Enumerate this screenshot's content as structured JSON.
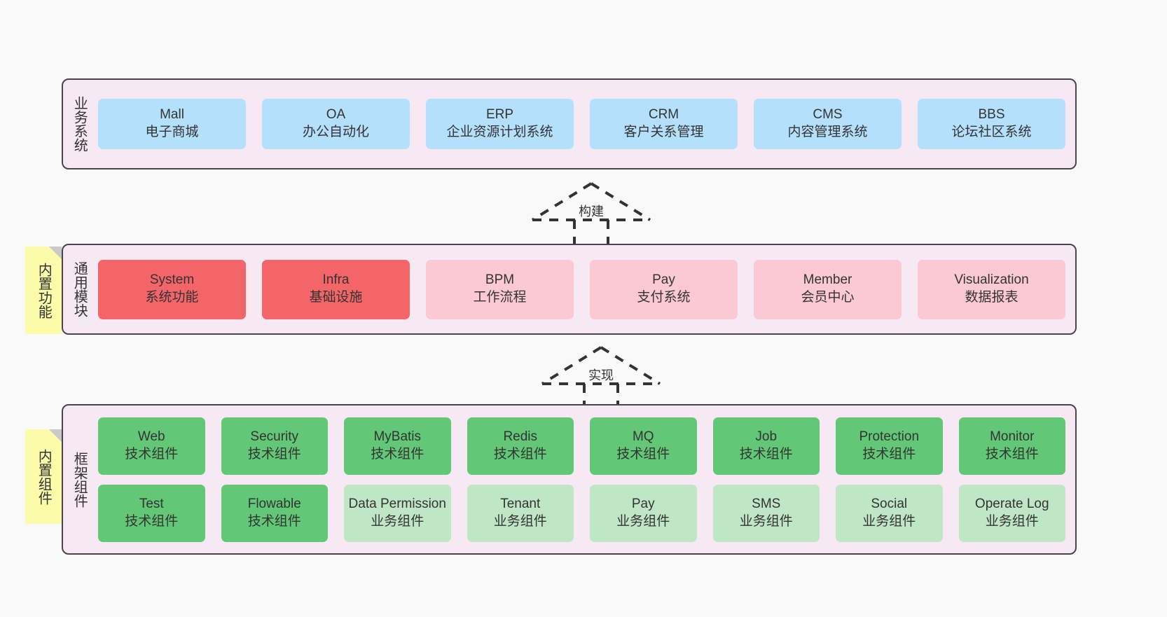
{
  "diagram": {
    "background_color": "#f9f9f9",
    "container_bg": "#f7e9f3",
    "container_border": "#4a4450"
  },
  "layers": {
    "business": {
      "label": "业务系统",
      "color": "#b5e0fb",
      "nodes": [
        {
          "title": "Mall",
          "sub": "电子商城"
        },
        {
          "title": "OA",
          "sub": "办公自动化"
        },
        {
          "title": "ERP",
          "sub": "企业资源计划系统"
        },
        {
          "title": "CRM",
          "sub": "客户关系管理"
        },
        {
          "title": "CMS",
          "sub": "内容管理系统"
        },
        {
          "title": "BBS",
          "sub": "论坛社区系统"
        }
      ]
    },
    "common": {
      "label": "通用模块",
      "sticky": "内置功能",
      "color_strong": "#f4656a",
      "color_soft": "#fbc9d4",
      "nodes": [
        {
          "title": "System",
          "sub": "系统功能",
          "variant": "c-red"
        },
        {
          "title": "Infra",
          "sub": "基础设施",
          "variant": "c-red"
        },
        {
          "title": "BPM",
          "sub": "工作流程",
          "variant": "c-pink"
        },
        {
          "title": "Pay",
          "sub": "支付系统",
          "variant": "c-pink"
        },
        {
          "title": "Member",
          "sub": "会员中心",
          "variant": "c-pink"
        },
        {
          "title": "Visualization",
          "sub": "数据报表",
          "variant": "c-pink"
        }
      ]
    },
    "framework": {
      "label": "框架组件",
      "sticky": "内置组件",
      "color_tech": "#62c877",
      "color_biz": "#bfe7c6",
      "row_tech": [
        {
          "title": "Web",
          "sub": "技术组件",
          "variant": "c-green-dark"
        },
        {
          "title": "Security",
          "sub": "技术组件",
          "variant": "c-green-dark"
        },
        {
          "title": "MyBatis",
          "sub": "技术组件",
          "variant": "c-green-dark"
        },
        {
          "title": "Redis",
          "sub": "技术组件",
          "variant": "c-green-dark"
        },
        {
          "title": "MQ",
          "sub": "技术组件",
          "variant": "c-green-dark"
        },
        {
          "title": "Job",
          "sub": "技术组件",
          "variant": "c-green-dark"
        },
        {
          "title": "Protection",
          "sub": "技术组件",
          "variant": "c-green-dark"
        },
        {
          "title": "Monitor",
          "sub": "技术组件",
          "variant": "c-green-dark"
        }
      ],
      "row_biz": [
        {
          "title": "Test",
          "sub": "技术组件",
          "variant": "c-green-dark"
        },
        {
          "title": "Flowable",
          "sub": "技术组件",
          "variant": "c-green-dark"
        },
        {
          "title": "Data Permission",
          "sub": "业务组件",
          "variant": "c-green-light"
        },
        {
          "title": "Tenant",
          "sub": "业务组件",
          "variant": "c-green-light"
        },
        {
          "title": "Pay",
          "sub": "业务组件",
          "variant": "c-green-light"
        },
        {
          "title": "SMS",
          "sub": "业务组件",
          "variant": "c-green-light"
        },
        {
          "title": "Social",
          "sub": "业务组件",
          "variant": "c-green-light"
        },
        {
          "title": "Operate Log",
          "sub": "业务组件",
          "variant": "c-green-light"
        }
      ]
    }
  },
  "arrows": {
    "build": {
      "label": "构建",
      "style": "dashed-generalization"
    },
    "implement": {
      "label": "实现",
      "style": "dashed-generalization"
    }
  }
}
